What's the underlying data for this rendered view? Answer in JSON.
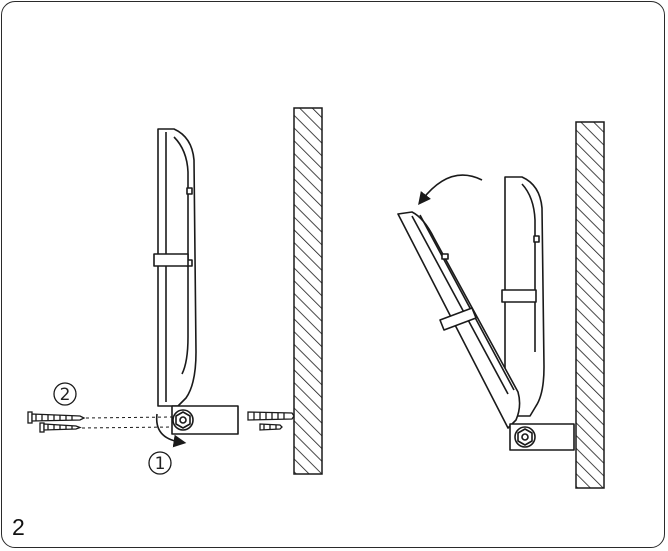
{
  "step": {
    "number": "2"
  },
  "markers": {
    "first": "1",
    "second": "2"
  },
  "colors": {
    "stroke": "#1a1a1a",
    "fill": "#ffffff",
    "hatch": "#1a1a1a"
  }
}
